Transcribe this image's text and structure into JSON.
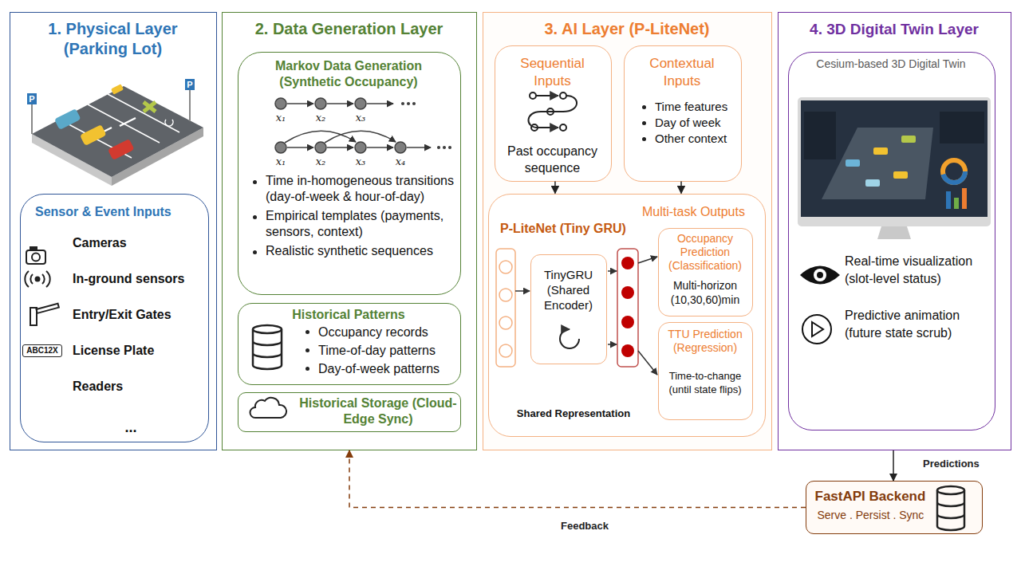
{
  "diagram": {
    "nodes": [
      {
        "text": [
          "1. Physical Layer (Parking Lot)"
        ]
      },
      {
        "text": [
          "Sensor & Event Inputs",
          "Cameras",
          "In-ground sensors",
          "Entry/Exit Gates",
          "License Plate",
          "Readers",
          "..."
        ],
        "in": 0
      },
      {
        "text": [
          "2. Data Generation Layer"
        ]
      },
      {
        "text": [
          "Markov Data Generation (Synthetic Occupancy)",
          "Time in-homogeneous transitions (day-of-week & hour-of-day)",
          "Empirical templates (payments, sensors, context)",
          "Realistic synthetic sequences"
        ],
        "in": 2
      },
      {
        "text": [
          "Historical Patterns",
          "Occupancy records",
          "Time-of-day patterns",
          "Day-of-week patterns"
        ],
        "in": 2
      },
      {
        "text": [
          "Historical Storage (Cloud-Edge Sync)"
        ],
        "in": 2
      },
      {
        "text": [
          "3. AI Layer (P-LiteNet)"
        ]
      },
      {
        "text": [
          "Sequential Inputs",
          "Past occupancy sequence"
        ],
        "in": 6
      },
      {
        "text": [
          "Contextual Inputs",
          "Time features",
          "Day of week",
          "Other context"
        ],
        "in": 6
      },
      {
        "text": [
          "P-LiteNet (Tiny GRU)",
          "Multi-task Outputs",
          "Shared Representation"
        ],
        "in": 6
      },
      {
        "text": [
          "TinyGRU (Shared Encoder)"
        ],
        "in": 9
      },
      {
        "text": [
          "Occupancy Prediction (Classification)",
          "Multi-horizon (10,30,60)min"
        ],
        "in": 9
      },
      {
        "text": [
          "TTU Prediction (Regression)",
          "Time-to-change (until state flips)"
        ],
        "in": 9
      },
      {
        "text": [
          "4. 3D Digital Twin Layer"
        ]
      },
      {
        "text": [
          "Cesium-based 3D Digital Twin",
          "Real-time visualization (slot-level status)",
          "Predictive animation (future state scrub)"
        ],
        "in": 13
      },
      {
        "text": [
          "FastAPI Backend",
          "Serve . Persist . Sync"
        ]
      }
    ],
    "edges": [
      {
        "from": 7,
        "to": 9,
        "arrow": "to"
      },
      {
        "from": 8,
        "to": 9,
        "arrow": "to"
      },
      {
        "from": 13,
        "to": 15,
        "arrow": "to",
        "label": "Predictions"
      },
      {
        "from": 15,
        "to": 2,
        "arrow": "to",
        "label": "Feedback"
      }
    ],
    "labels": [
      "P",
      "P",
      "ABC12X",
      "x₁",
      "x₂",
      "x₃",
      "x₁",
      "x₂",
      "x₃",
      "x₄"
    ]
  }
}
